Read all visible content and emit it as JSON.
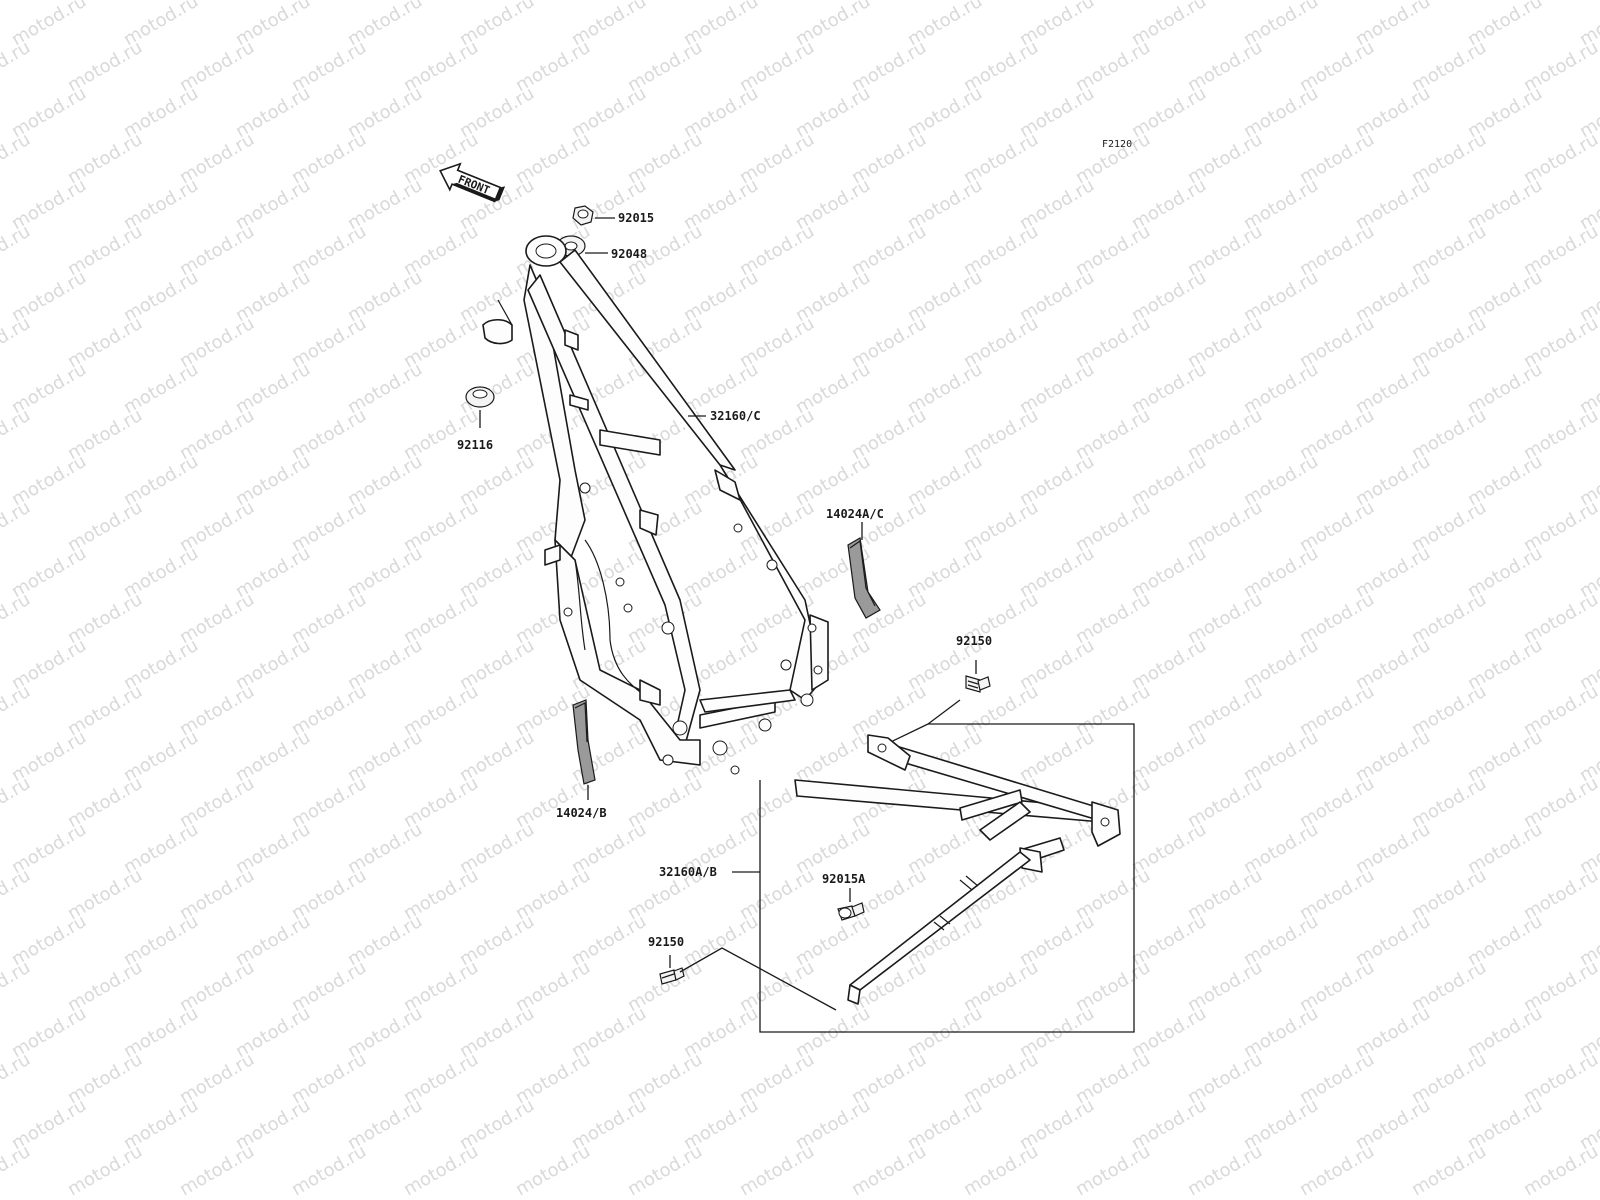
{
  "diagram_code": "F2120",
  "front_arrow_label": "FRONT",
  "watermark_text": "motod.ru",
  "parts": {
    "nut_92015": "92015",
    "washer_92048": "92048",
    "frame_32160C": "32160/C",
    "grommet_92116": "92116",
    "pad_14024AC": "14024A/C",
    "pad_14024B": "14024/B",
    "bolt_92150_top": "92150",
    "subframe_32160AB": "32160A/B",
    "bolt_92015A": "92015A",
    "bolt_92150_bottom": "92150"
  }
}
